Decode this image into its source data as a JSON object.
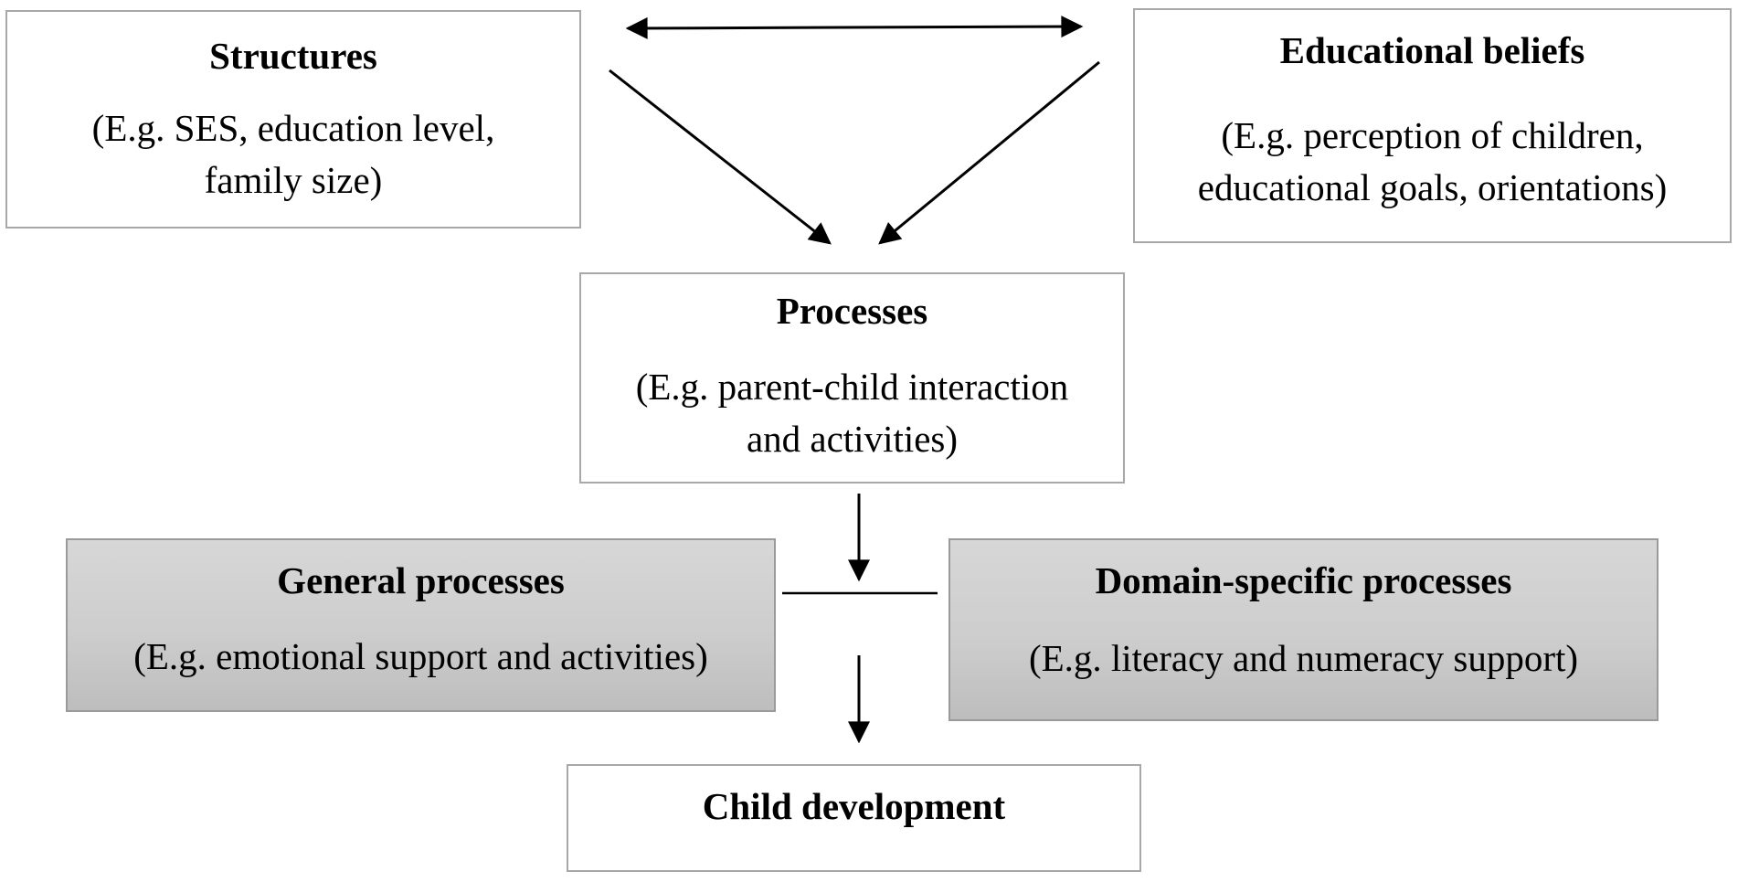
{
  "boxes": {
    "structures": {
      "title": "Structures",
      "text": "(E.g. SES, education level,\nfamily size)"
    },
    "educational_beliefs": {
      "title": "Educational beliefs",
      "text": "(E.g. perception of children,\neducational goals, orientations)"
    },
    "processes": {
      "title": "Processes",
      "text": "(E.g. parent-child interaction\nand activities)"
    },
    "general_processes": {
      "title": "General processes",
      "text": "(E.g. emotional support and activities)"
    },
    "domain_specific_processes": {
      "title": "Domain-specific processes",
      "text": "(E.g. literacy and numeracy support)"
    },
    "child_development": {
      "title": "Child development"
    }
  },
  "colors": {
    "box_border": "#a8a8a8",
    "shaded_fill": "#cdcdcd",
    "arrow": "#000000"
  }
}
